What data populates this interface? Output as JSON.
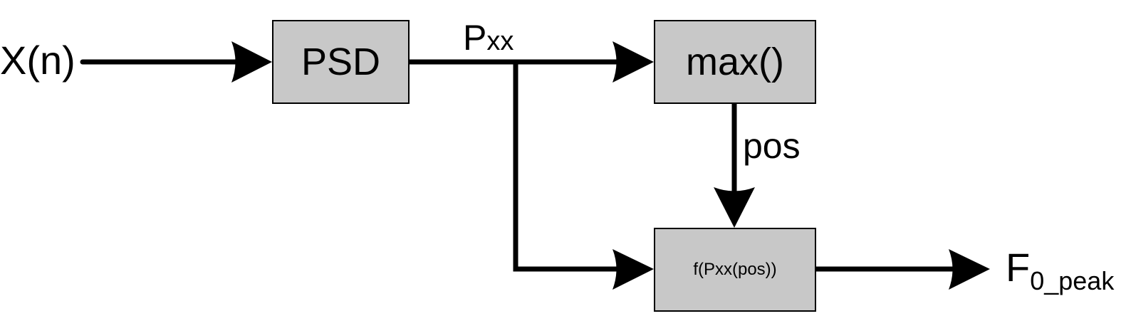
{
  "diagram": {
    "input_signal": "X(n)",
    "blocks": {
      "psd": "PSD",
      "max": "max()",
      "f": "f(Pxx(pos))"
    },
    "signals": {
      "pxx_main": "P",
      "pxx_sub": "xx",
      "pos": "pos",
      "output_main": "F",
      "output_sub": "0_peak"
    },
    "colors": {
      "block_fill": "#c8c8c8",
      "line": "#000000",
      "background": "#ffffff"
    }
  }
}
